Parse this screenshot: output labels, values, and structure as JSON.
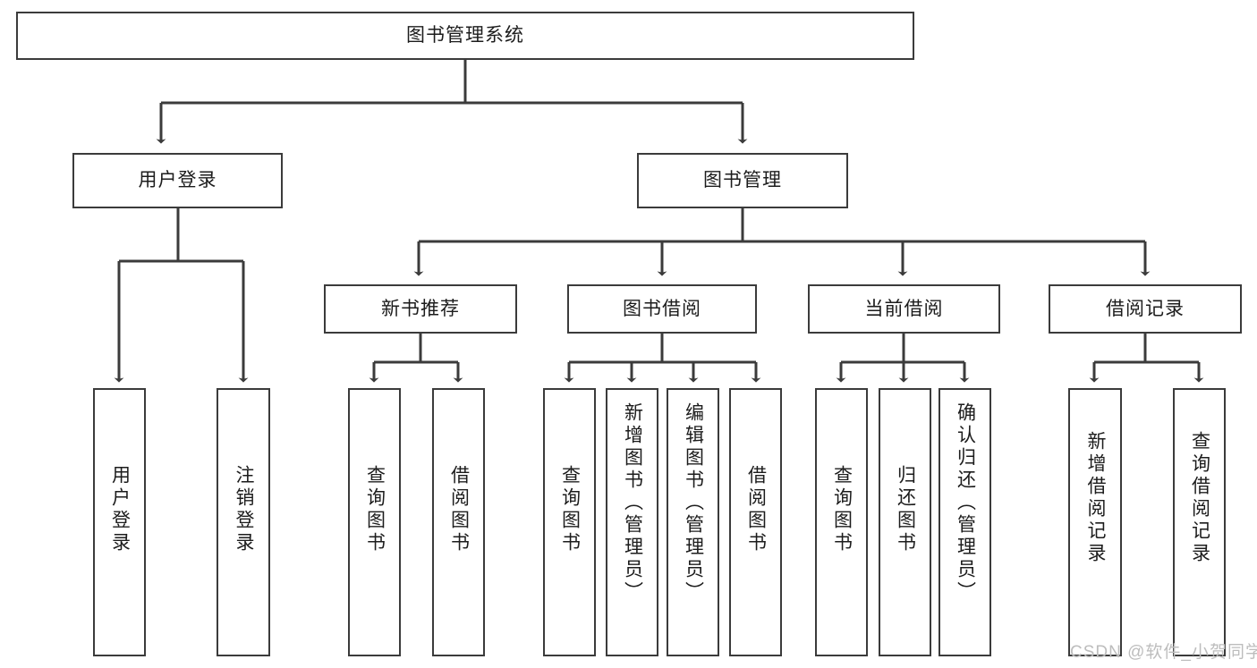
{
  "diagram": {
    "type": "tree",
    "title": "图书管理系统",
    "root": {
      "label": "图书管理系统"
    },
    "level2": [
      {
        "label": "用户登录"
      },
      {
        "label": "图书管理"
      }
    ],
    "level3": [
      {
        "label": "新书推荐",
        "parent": "图书管理"
      },
      {
        "label": "图书借阅",
        "parent": "图书管理"
      },
      {
        "label": "当前借阅",
        "parent": "图书管理"
      },
      {
        "label": "借阅记录",
        "parent": "图书管理"
      }
    ],
    "leaves": {
      "user_login": [
        {
          "label": "用户登录"
        },
        {
          "label": "注销登录"
        }
      ],
      "new_book_recommend": [
        {
          "label": "查询图书"
        },
        {
          "label": "借阅图书"
        }
      ],
      "book_borrow": [
        {
          "label": "查询图书"
        },
        {
          "label": "新增图书（管理员）"
        },
        {
          "label": "编辑图书（管理员）"
        },
        {
          "label": "借阅图书"
        }
      ],
      "current_borrow": [
        {
          "label": "查询图书"
        },
        {
          "label": "归还图书"
        },
        {
          "label": "确认归还（管理员）"
        }
      ],
      "borrow_record": [
        {
          "label": "新增借阅记录"
        },
        {
          "label": "查询借阅记录"
        }
      ]
    }
  },
  "watermark": {
    "text": "CSDN @软件_小贺同学"
  },
  "colors": {
    "stroke": "#3b3b3b",
    "background": "#ffffff",
    "text": "#1c1c1c",
    "watermark": "#bdbdbd"
  }
}
